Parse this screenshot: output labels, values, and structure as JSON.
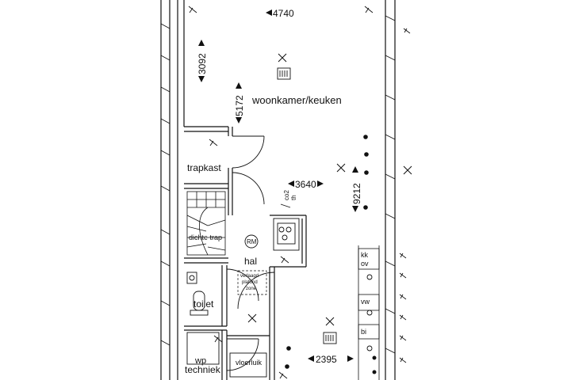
{
  "rooms": {
    "living_kitchen": "woonkamer/keuken",
    "stair_closet": "trapkast",
    "closed_stair": "dichte trap",
    "hall": "hal",
    "toilet": "toilet",
    "technical": "techniek",
    "heat_pump": "wp",
    "floor_hatch": "vloerluik"
  },
  "annotations": {
    "lowered_ceiling_line1": "verlaagd",
    "lowered_ceiling_line2": "plafond",
    "lowered_ceiling_line3": "zone",
    "smoke_detector": "RM",
    "co2": "co2",
    "thermostat": "th",
    "kitchen_codes": [
      "kk",
      "ov",
      "vw",
      "bi"
    ]
  },
  "dimensions": {
    "top_width": "4740",
    "left_height": "3092",
    "center_height": "5172",
    "mid_width": "3640",
    "right_height": "9212",
    "bottom_width": "2395"
  }
}
